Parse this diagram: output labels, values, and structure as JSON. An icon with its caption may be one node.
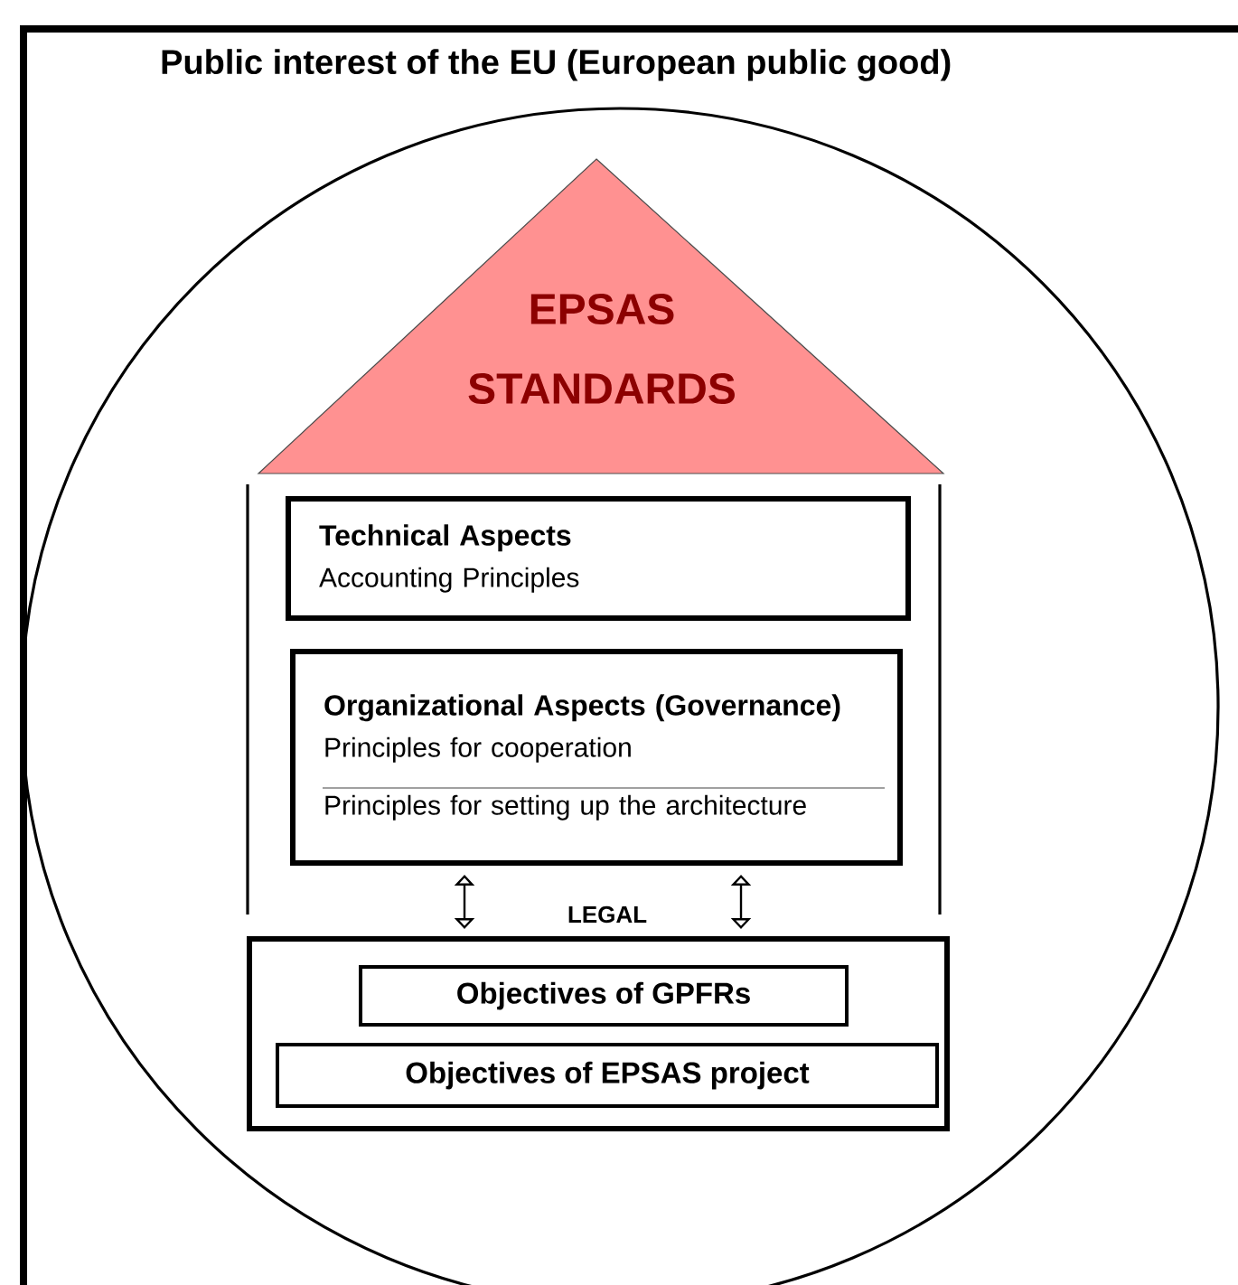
{
  "diagram": {
    "title": "Public interest of the EU (European public good)",
    "nodes": [
      {
        "text": [],
        "shape": "circle"
      },
      {
        "text": [
          "EPSAS STANDARDS"
        ],
        "in": 0
      },
      {
        "text": [
          "Technical Aspects",
          "Accounting Principles"
        ],
        "in": 0
      },
      {
        "text": [
          "Organizational Aspects (Governance)",
          "Principles for cooperation",
          "Principles for setting up the architecture"
        ],
        "in": 0
      },
      {
        "text": [],
        "shape": "box",
        "in": 0
      },
      {
        "text": [
          "Objectives of GPFRs"
        ],
        "in": 4
      },
      {
        "text": [
          "Objectives of EPSAS project"
        ],
        "in": 4
      }
    ],
    "edges": [
      {
        "from": 3,
        "to": 4,
        "arrow": "both"
      },
      {
        "from": 3,
        "to": 4,
        "arrow": "both"
      }
    ],
    "labels": [
      "LEGAL"
    ]
  }
}
